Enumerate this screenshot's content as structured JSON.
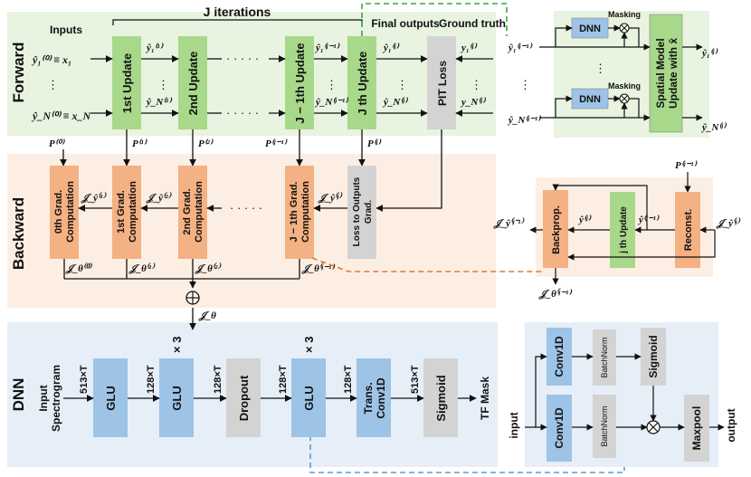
{
  "sections": {
    "forward": "Forward",
    "backward": "Backward",
    "dnn": "DNN"
  },
  "forward": {
    "inputs_label": "Inputs",
    "iterations_label": "J iterations",
    "final_outputs_label": "Final\noutputs",
    "ground_truth_label": "Ground\ntruth",
    "input_top": "ŷ₁⁽⁰⁾ ≡ x₁",
    "input_bottom": "ŷ_N⁽⁰⁾ ≡ x_N",
    "blocks": [
      "1st Update",
      "2nd Update",
      "J − 1th Update",
      "J th Update",
      "PIT Loss"
    ],
    "signals_top": [
      "ŷ₁⁽¹⁾",
      "ŷ₁⁽ʲ⁻¹⁾",
      "ŷ₁⁽ʲ⁾",
      "y₁⁽ʲ⁾"
    ],
    "signals_bottom": [
      "ŷ_N⁽¹⁾",
      "ŷ_N⁽ʲ⁻¹⁾",
      "ŷ_N⁽ʲ⁾",
      "y_N⁽ʲ⁾"
    ],
    "p_labels": [
      "P⁽⁰⁾",
      "P⁽¹⁾",
      "P⁽²⁾",
      "P⁽ʲ⁻¹⁾",
      "P⁽ʲ⁾"
    ]
  },
  "backward": {
    "blocks": [
      "0th Grad.\nComputation",
      "1st Grad.\nComputation",
      "2nd Grad.\nComputation",
      "J − 1th Grad.\nComputation",
      "Loss to Outputs\nGrad."
    ],
    "grad_y_labels": [
      "𝒥_ŷ⁽¹⁾",
      "𝒥_ŷ⁽²⁾",
      "𝒥_ŷ⁽ʲ⁾"
    ],
    "grad_theta_labels": [
      "𝒥_θ⁽⁰⁾",
      "𝒥_θ⁽¹⁾",
      "𝒥_θ⁽²⁾",
      "𝒥_θ⁽ʲ⁻¹⁾"
    ],
    "sum_symbol": "⊕",
    "grad_theta_total": "𝒥_θ"
  },
  "spatial_inset": {
    "inputs": [
      "ŷ₁⁽ʲ⁻¹⁾",
      "ŷ_N⁽ʲ⁻¹⁾"
    ],
    "dnn_label": "DNN",
    "masking_label": "Masking",
    "model_label": "Spatial Model\nUpdate with x̄",
    "outputs": [
      "ŷ₁⁽ʲ⁾",
      "ŷ_N⁽ʲ⁾"
    ]
  },
  "backprop_inset": {
    "blocks": [
      "Backprop.",
      "j th Update",
      "Reconst."
    ],
    "p_label": "P⁽ʲ⁻¹⁾",
    "signals": [
      "ŷ⁽ʲ⁾",
      "ŷ⁽ʲ⁻¹⁾"
    ],
    "grad_out": "𝒥_ŷ⁽ʲ⁻¹⁾",
    "grad_in": "𝒥_ŷ⁽ʲ⁾",
    "grad_theta": "𝒥_θ⁽ʲ⁻¹⁾"
  },
  "dnn": {
    "input_label": "Input\nSpectrogram",
    "blocks": [
      "GLU",
      "GLU",
      "Dropout",
      "GLU",
      "Trans.\nConv1D",
      "Sigmoid"
    ],
    "dims": [
      "513×T",
      "128×T",
      "128×T",
      "128×T",
      "128×T",
      "513×T"
    ],
    "repeat": [
      "× 3",
      "× 3"
    ],
    "output_label": "TF Mask"
  },
  "glu_inset": {
    "input_label": "input",
    "blocks": [
      "Conv1D",
      "Conv1D",
      "BatchNorm",
      "BatchNorm",
      "Sigmoid",
      "Maxpool"
    ],
    "multiply_symbol": "⊗",
    "output_label": "output"
  },
  "colors": {
    "forward_bg": "#e8f3e0",
    "backward_bg": "#fdeee4",
    "dnn_bg": "#e6eff8",
    "update_block": "#a8d88a",
    "grad_block": "#f4b183",
    "gray_block": "#d3d3d3",
    "blue_block": "#9dc3e6",
    "green_dash": "#3aa53a",
    "orange_dash": "#e07b30",
    "blue_dash": "#5b9bd5"
  }
}
